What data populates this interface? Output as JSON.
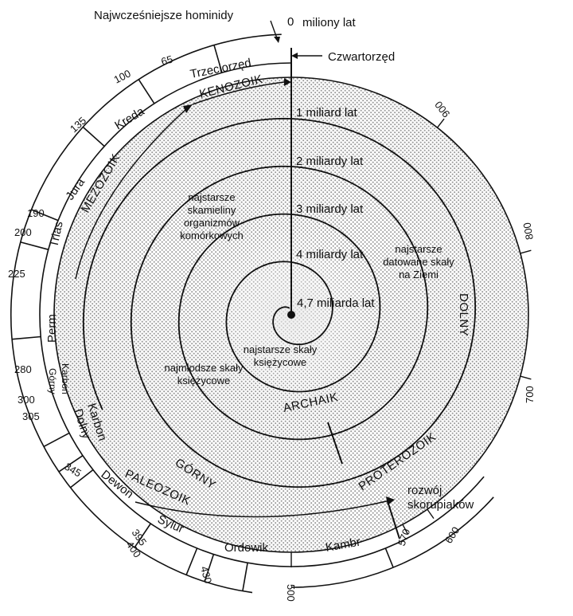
{
  "top": {
    "hominids": "Najwcześniejsze hominidy",
    "zero": "0",
    "unit": "miliony lat",
    "quaternary": "Czwartorzęd"
  },
  "spiral_labels": {
    "b1": "1 miliard lat",
    "b2": "2 miliardy lat",
    "b3": "3 miliardy lat",
    "b4": "4 miliardy lat",
    "b47": "4,7 miliarda lat"
  },
  "notes": {
    "fossils": [
      "najstarsze",
      "skamieliny",
      "organizmów",
      "komórkowych"
    ],
    "oldest_rocks": [
      "najstarsze",
      "datowane skały",
      "na Ziemi"
    ],
    "moon_oldest": [
      "najstarsze skały",
      "księżycowe"
    ],
    "moon_youngest": [
      "najmłodsze skały",
      "księżycowe"
    ],
    "shells": [
      "rozwój",
      "skorupiaków"
    ]
  },
  "eras": {
    "archaik": "ARCHAIK",
    "dolny": "DOLNY",
    "proterozoik": "PROTEROZOIK",
    "gorny": "GÓRNY",
    "paleozoik": "PALEOZOIK",
    "mezozoik": "MEZOZOIK",
    "kenozoik": "KENOZOIK"
  },
  "periods": {
    "trzeciorzed": "Trzeciorzęd",
    "kreda": "Kreda",
    "jura": "Jura",
    "trias": "Trias",
    "perm": "Perm",
    "karbon_gorny": [
      "Karbon",
      "Górny"
    ],
    "karbon_dolny": [
      "Karbon",
      "Dolny"
    ],
    "dewon": "Dewon",
    "sylur": "Sylur",
    "ordowik": "Ordowik",
    "kambr": "Kambr"
  },
  "ticks": {
    "t65": "65",
    "t100": "100",
    "t135": "135",
    "t190": "190",
    "t200": "200",
    "t225": "225",
    "t280": "280",
    "t300": "300",
    "t305": "305",
    "t345": "345",
    "t395": "395",
    "t400": "400",
    "t430": "430",
    "t500": "500",
    "t570": "570",
    "t600": "600",
    "t700": "700",
    "t800": "800",
    "t900": "900"
  },
  "colors": {
    "ink": "#111111",
    "stipple": "#b9b9b9",
    "center_fill": "#d4d4d4"
  }
}
